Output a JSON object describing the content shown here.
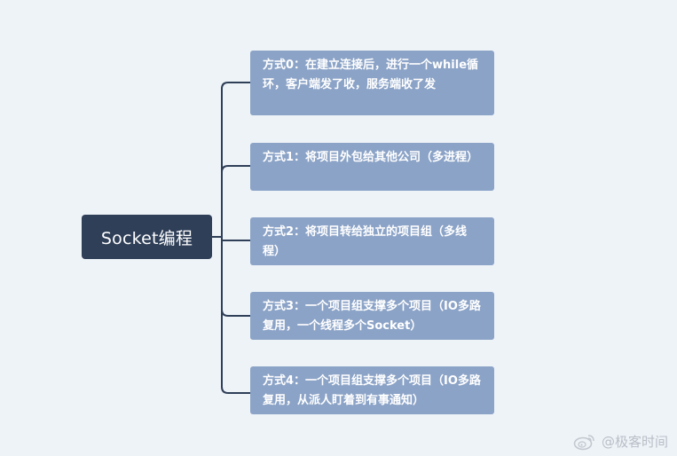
{
  "root": {
    "label": "Socket编程"
  },
  "branches": [
    {
      "label": "方式0：在建立连接后，进行一个while循环，客户端发了收，服务端收了发"
    },
    {
      "label": "方式1：将项目外包给其他公司（多进程）"
    },
    {
      "label": "方式2：将项目转给独立的项目组（多线程）"
    },
    {
      "label": "方式3：一个项目组支撑多个项目（IO多路复用，一个线程多个Socket）"
    },
    {
      "label": "方式4：一个项目组支撑多个项目（IO多路复用，从派人盯着到有事通知）"
    }
  ],
  "watermark": {
    "text": "@极客时间",
    "icon": "weibo-icon"
  },
  "colors": {
    "background": "#eef3f8",
    "root_fill": "#2f3f58",
    "branch_fill": "#8ba3c7",
    "connector": "#2f3f58",
    "text": "#ffffff"
  }
}
